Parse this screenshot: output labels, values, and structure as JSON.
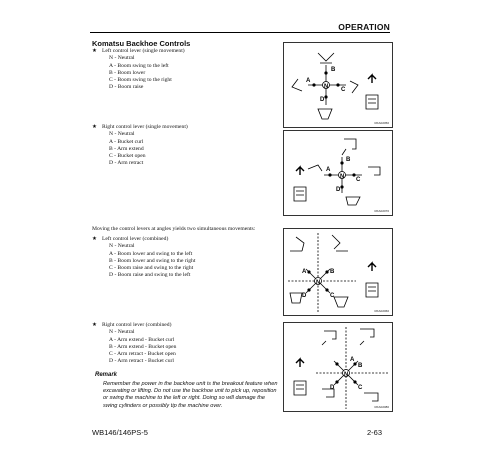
{
  "header": {
    "section": "OPERATION"
  },
  "page_heading": "Komatsu Backhoe Controls",
  "intro_combined": "Moving the control levers at angles yields two simultaneous movements:",
  "bullet": "★",
  "sections": [
    {
      "title": "Left control lever (single movement)",
      "items": [
        "N - Neutral",
        "A - Boom swing to the left",
        "B - Boom lower",
        "C - Boom swing to the right",
        "D - Boom raise"
      ]
    },
    {
      "title": "Right control lever (single movement)",
      "items": [
        "N - Neutral",
        "A - Bucket curl",
        "B - Arm extend",
        "C - Bucket open",
        "D - Arm retract"
      ]
    },
    {
      "title": "Left control lever (combined)",
      "items": [
        "N - Neutral",
        "A - Boom lower and swing to the left",
        "B - Boom lower and swing to the right",
        "C - Boom raise and swing to the right",
        "D - Boom raise and swing to the left"
      ]
    },
    {
      "title": "Right control lever (combined)",
      "items": [
        "N - Neutral",
        "A - Arm extend - Bucket curl",
        "B - Arm extend - Bucket open",
        "C - Arm retract - Bucket open",
        "D - Arm retract - Bucket curl"
      ]
    }
  ],
  "remark": {
    "title": "Remark",
    "text": "Remember the power in the backhoe unit is the breakout feature when excavating or lifting. Do not use the backhoe unit to pick up, reposition or swing the machine to the left or right. Doing so will damage the swing cylinders or possibly tip the machine over."
  },
  "figures": [
    {
      "code": "RKA02050",
      "labels": [
        "A",
        "B",
        "C",
        "D",
        "N"
      ]
    },
    {
      "code": "RKA02070",
      "labels": [
        "A",
        "B",
        "C",
        "D",
        "N"
      ]
    },
    {
      "code": "RKA02060",
      "labels": [
        "A",
        "B",
        "C",
        "D",
        "N"
      ]
    },
    {
      "code": "RKA02080",
      "labels": [
        "A",
        "B",
        "C",
        "D",
        "N"
      ]
    }
  ],
  "footer": {
    "model": "WB146/146PS-5",
    "page": "2-63"
  }
}
